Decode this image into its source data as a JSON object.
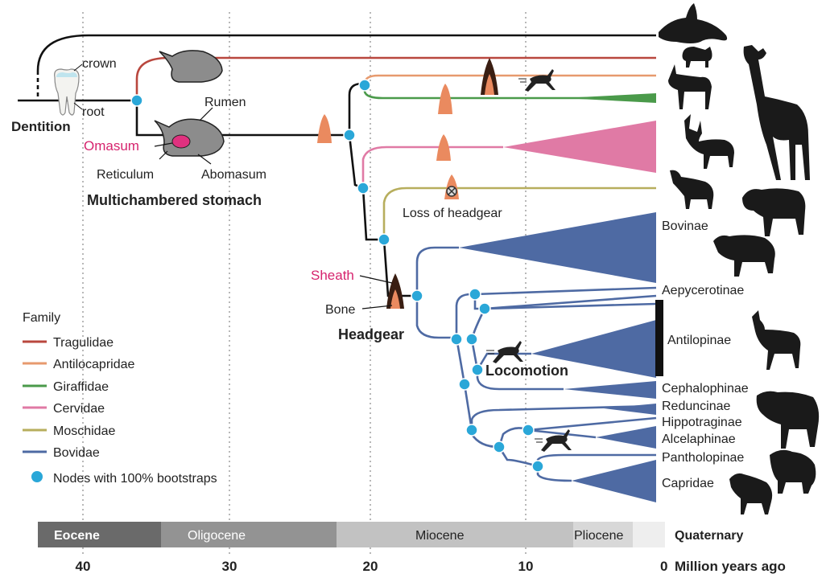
{
  "stomach": {
    "labels": [
      "Rumen",
      "Omasum",
      "Reticulum",
      "Abomasum"
    ],
    "title": "Multichambered stomach"
  },
  "dentition": {
    "title": "Dentition",
    "crown": "crown",
    "root": "root"
  },
  "headgear": {
    "title": "Headgear",
    "sheath": "Sheath",
    "bone": "Bone",
    "loss": "Loss of headgear"
  },
  "locomotion": "Locomotion",
  "legend": {
    "title": "Family",
    "items": [
      {
        "name": "Tragulidae",
        "color": "#b9473e"
      },
      {
        "name": "Antilocapridae",
        "color": "#e79a6e"
      },
      {
        "name": "Giraffidae",
        "color": "#4a9a4a"
      },
      {
        "name": "Cervidae",
        "color": "#e07aa5"
      },
      {
        "name": "Moschidae",
        "color": "#b7ae5d"
      },
      {
        "name": "Bovidae",
        "color": "#4e6aa3"
      }
    ],
    "node_label": "Nodes with 100% bootstraps",
    "node_color": "#2aa7d8"
  },
  "clades": [
    "Bovinae",
    "Aepycerotinae",
    "Antilopinae",
    "Cephalophinae",
    "Reduncinae",
    "Hippotraginae",
    "Alcelaphinae",
    "Pantholopinae",
    "Capridae"
  ],
  "epochs": [
    {
      "name": "Eocene",
      "color": "#6a6a6a"
    },
    {
      "name": "Oligocene",
      "color": "#939393"
    },
    {
      "name": "Miocene",
      "color": "#c2c2c2"
    },
    {
      "name": "Pliocene",
      "color": "#d8d8d8"
    },
    {
      "name": "Quaternary",
      "color": "#eeeeee"
    }
  ],
  "axis": {
    "ticks": [
      "40",
      "30",
      "20",
      "10",
      "0"
    ],
    "unit": "Million years ago"
  }
}
